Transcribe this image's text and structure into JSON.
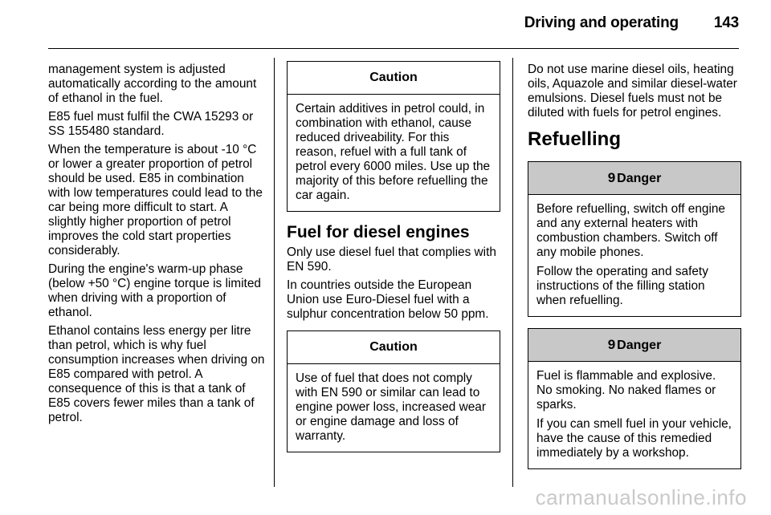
{
  "header": {
    "title": "Driving and operating",
    "page_number": "143"
  },
  "column1": {
    "paragraphs": [
      "management system is adjusted automatically according to the amount of ethanol in the fuel.",
      "E85 fuel must fulfil the CWA 15293 or SS 155480 standard.",
      "When the temperature is about -10 °C or lower a greater proportion of petrol should be used. E85 in combination with low temperatures could lead to the car being more difficult to start. A slightly higher proportion of petrol improves the cold start properties considerably.",
      "During the engine's warm-up phase (below +50 °C) engine torque is limited when driving with a proportion of ethanol.",
      "Ethanol contains less energy per litre than petrol, which is why fuel consumption increases when driving on E85 compared with petrol. A consequence of this is that a tank of E85 covers fewer miles than a tank of petrol."
    ]
  },
  "column2": {
    "caution1": {
      "title": "Caution",
      "text": "Certain additives in petrol could, in combination with ethanol, cause reduced driveability. For this reason, refuel with a full tank of petrol every 6000 miles. Use up the majority of this before refuelling the car again."
    },
    "heading": "Fuel for diesel engines",
    "paragraphs": [
      "Only use diesel fuel that complies with EN 590.",
      "In countries outside the European Union use Euro-Diesel fuel with a sulphur concentration below 50 ppm."
    ],
    "caution2": {
      "title": "Caution",
      "text": "Use of fuel that does not comply with EN 590 or similar can lead to engine power loss, increased wear or engine damage and loss of warranty."
    }
  },
  "column3": {
    "intro": "Do not use marine diesel oils, heating oils, Aquazole and similar diesel-water emulsions. Diesel fuels must not be diluted with fuels for petrol engines.",
    "heading": "Refuelling",
    "danger1": {
      "icon": "9",
      "title": "Danger",
      "paragraphs": [
        "Before refuelling, switch off engine and any external heaters with combustion chambers. Switch off any mobile phones.",
        "Follow the operating and safety instructions of the filling station when refuelling."
      ]
    },
    "danger2": {
      "icon": "9",
      "title": "Danger",
      "paragraphs": [
        "Fuel is flammable and explosive. No smoking. No naked flames or sparks.",
        "If you can smell fuel in your vehicle, have the cause of this remedied immediately by a workshop."
      ]
    }
  },
  "footer": {
    "watermark": "carmanualsonline.info"
  }
}
